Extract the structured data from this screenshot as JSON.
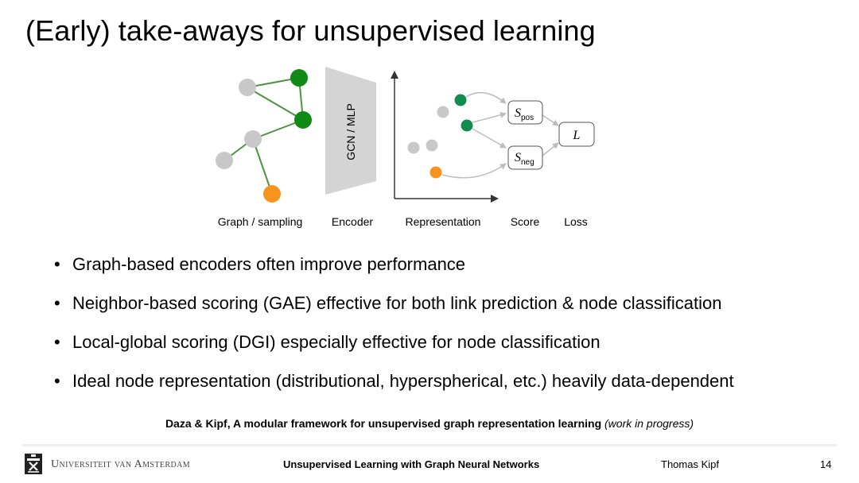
{
  "slide": {
    "title": "(Early) take-aways for unsupervised learning",
    "page_number": "14"
  },
  "diagram": {
    "encoder_text": "GCN / MLP",
    "score_pos_base": "S",
    "score_pos_sub": "pos",
    "score_neg_base": "S",
    "score_neg_sub": "neg",
    "loss_label": "L",
    "stage_labels": {
      "graph": "Graph / sampling",
      "encoder": "Encoder",
      "representation": "Representation",
      "score": "Score",
      "loss": "Loss"
    },
    "colors": {
      "green": "#0f8a14",
      "teal_green": "#118b4f",
      "gray_node": "#c8c8c8",
      "orange": "#f7941d",
      "edge": "#4d9340",
      "encoder_fill": "#d4d4d4"
    }
  },
  "bullets": [
    "Graph-based encoders often improve performance",
    "Neighbor-based scoring (GAE) effective for both link prediction & node classification",
    "Local-global scoring (DGI) especially effective for node classification",
    "Ideal node representation (distributional, hyperspherical, etc.) heavily data-dependent"
  ],
  "bullet_symbol": "•",
  "citation": {
    "main": "Daza & Kipf, A modular framework for unsupervised graph representation learning",
    "note": "(work in progress)"
  },
  "footer": {
    "university": "Universiteit van Amsterdam",
    "talk_title": "Unsupervised Learning with Graph Neural Networks",
    "author": "Thomas Kipf"
  }
}
